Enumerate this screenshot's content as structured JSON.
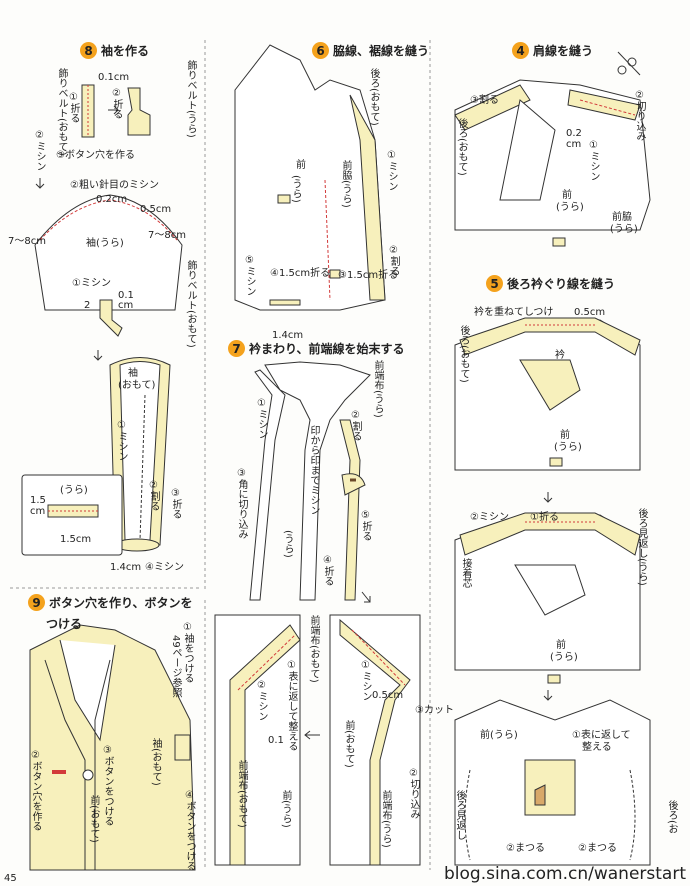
{
  "steps": {
    "s8": {
      "num": "8",
      "title": "袖を作る"
    },
    "s6": {
      "num": "6",
      "title": "脇線、裾線を縫う"
    },
    "s4": {
      "num": "4",
      "title": "肩線を縫う"
    },
    "s5": {
      "num": "5",
      "title": "後ろ衿ぐり線を縫う"
    },
    "s7": {
      "num": "7",
      "title": "衿まわり、前端線を始末する"
    },
    "s9": {
      "num": "9",
      "title": "ボタン穴を作り、ボタンを",
      "title2": "つける"
    }
  },
  "labels": {
    "kazari_belt_omote": "飾りベルト(おもて)",
    "kazari_belt_ura": "飾りベルト(うら)",
    "cm01": "0.1cm",
    "fold1": "①折る",
    "fold2": "②折る",
    "mishin2": "②ミシン",
    "button_hole3": "③ボタン穴を作る",
    "coarse_stitch": "②粗い針目のミシン",
    "cm02": "0.2cm",
    "cm05": "0.5cm",
    "cm7_8a": "7〜8cm",
    "cm7_8b": "7〜8cm",
    "sode_ura": "袖(うら)",
    "mishin1": "①ミシン",
    "cm01b": "0.1",
    "cm2": "2",
    "cm_unit": "cm",
    "kazari_belt_omote2": "飾りベルト(おもて)",
    "sode_omote": "袖",
    "sode_omote2": "(おもて)",
    "sode_mishin1": "①ミシン",
    "sode_wari2": "②割る",
    "sode_fold3": "③折る",
    "cm15": "1.5",
    "cm": "cm",
    "cm15b": "1.5cm",
    "ura_box": "(うら)",
    "cm14": "1.4cm",
    "mishin4": "④ミシン",
    "ushiro_omote": "後ろ(おもて)",
    "mae_ura": "前",
    "mae_ura2": "(うら)",
    "maewaki_ura": "前脇(うら)",
    "s6_mishin1": "①ミシン",
    "s6_wari2": "②割る",
    "s6_mishin5": "⑤ミシン",
    "s6_fold4": "④1.5cm折る",
    "s6_fold3": "③1.5cm折る",
    "s6_cm14": "1.4cm",
    "s4_wari3": "③割る",
    "s4_ushiro": "後ろ(おもて)",
    "s4_kirikomi2": "②切り込み",
    "s4_cm02": "0.2",
    "s4_cm": "cm",
    "s4_mishin1": "①ミシン",
    "s4_mae": "前",
    "s4_mae_ura": "(うら)",
    "s4_maewaki": "前脇",
    "s4_maewaki_ura": "(うら)",
    "s5_eri_kasane": "衿を重ねてしつけ",
    "s5_cm05": "0.5cm",
    "s5_ushiro": "後ろ(おもて)",
    "s5_eri": "衿",
    "s5_mae": "前",
    "s5_mae_ura": "(うら)",
    "s5_mishin2": "②ミシン",
    "s5_fold1": "①折る",
    "s5_ushiro_mikaeshi": "後ろ見返し(うら)",
    "s5_settoshin": "接着芯",
    "s5_mae2": "前",
    "s5_mae2_ura": "(うら)",
    "s5_mae3": "前(うら)",
    "s5_omote_kaeshi": "①表に返して",
    "s5_totonoeru": "整える",
    "s5_ushiro_mikaeshi2": "後ろ見返し",
    "s5_matsuru2a": "②まつる",
    "s5_matsuru2b": "②まつる",
    "s5_ushiro_o": "後ろ(お",
    "s7_maehashi_nuno": "前端布(うら)",
    "s7_mishin1": "①ミシン",
    "s7_wari2": "②割る",
    "s7_shirushi": "印から印までミシン",
    "s7_kado": "③角に切り込み",
    "s7_ura": "(うら)",
    "s7_fold5": "⑤折る",
    "s7_fold4": "④折る",
    "s7b_maehashi": "前端布(おもて)",
    "s7b_omote_kaeshi": "①表に返して整える",
    "s7b_mishin2": "②ミシン",
    "s7b_cm01": "0.1",
    "s7b_maehashi_omote": "前端布(おもて)",
    "s7b_mae_ura": "前(うら)",
    "s7c_mishin1": "①ミシン",
    "s7c_cm05": "0.5cm",
    "s7c_cut3": "③カット",
    "s7c_mae_omote": "前(おもて)",
    "s7c_kirikomi2": "②切り込み",
    "s7c_maehashi_ura": "前端布(うら)",
    "s9_sode_tsukeru": "①袖をつける",
    "s9_ref": "49ページ参照",
    "s9_button_hole": "②ボタン穴を作る",
    "s9_button_tsukeru": "③ボタンをつける",
    "s9_mae_omote": "前(おもて)",
    "s9_sode_omote": "袖(おもて)",
    "s9_button4": "④ボタンをつける"
  },
  "footer": {
    "page": "45",
    "blog": "blog.sina.com.cn/wanerstart"
  },
  "colors": {
    "fabric": "#f7f0bc",
    "accent": "#f4a21d",
    "stitch": "#d23a3a",
    "line": "#333333"
  }
}
